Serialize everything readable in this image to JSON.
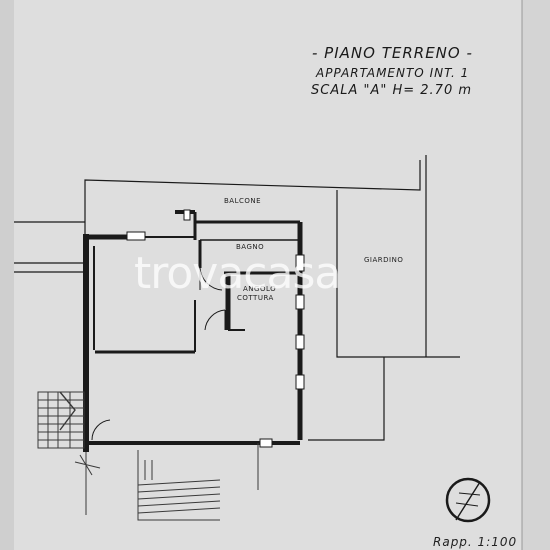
{
  "title_block": {
    "line1": "- PIANO TERRENO -",
    "line2": "APPARTAMENTO INT. 1",
    "line3": "SCALA \"A\" H= 2.70 m"
  },
  "rooms": {
    "balcone": "BALCONE",
    "bagno": "BAGNO",
    "angolo_line1": "ANGOLO",
    "angolo_line2": "COTTURA",
    "giardino": "GIARDINO"
  },
  "scale_ratio": "Rapp. 1:100",
  "watermark": "trovacasa",
  "colors": {
    "paper": "#dedede",
    "ink": "#1a1a1a",
    "hatch": "#3a3a3a"
  },
  "icons": [
    "north-compass-icon",
    "door-swing-icon",
    "stair-icon"
  ]
}
